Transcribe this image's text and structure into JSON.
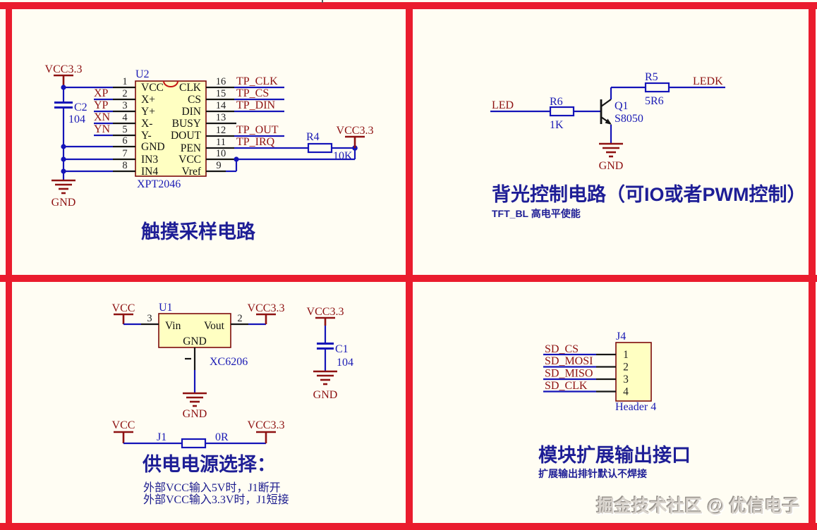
{
  "watermark": "掘金技术社区 @ 优信电子",
  "colors": {
    "background": "#FFFDF3",
    "grid_red": "#EA1C2D",
    "wire_blue": "#1414B8",
    "net_maroon": "#8E1212",
    "title_navy": "#1E1E96",
    "component_fill": "#FFFFC2",
    "component_border": "#7D0B0B"
  },
  "touch": {
    "title": "触摸采样电路",
    "vcc_bus": "VCC3.3",
    "gnd_bus": "GND",
    "c2_ref": "C2",
    "c2_val": "104",
    "u2_ref": "U2",
    "u2_part": "XPT2046",
    "r4_ref": "R4",
    "r4_val": "10K",
    "r4_vcc": "VCC3.3",
    "pins_left": [
      {
        "num": "1",
        "name": "VCC",
        "net": ""
      },
      {
        "num": "2",
        "name": "X+",
        "net": "XP"
      },
      {
        "num": "3",
        "name": "Y+",
        "net": "YP"
      },
      {
        "num": "4",
        "name": "X-",
        "net": "XN"
      },
      {
        "num": "5",
        "name": "Y-",
        "net": "YN"
      },
      {
        "num": "6",
        "name": "GND",
        "net": ""
      },
      {
        "num": "7",
        "name": "IN3",
        "net": ""
      },
      {
        "num": "8",
        "name": "IN4",
        "net": ""
      }
    ],
    "pins_right": [
      {
        "num": "16",
        "name": "CLK",
        "net": "TP_CLK"
      },
      {
        "num": "15",
        "name": "CS",
        "net": "TP_CS"
      },
      {
        "num": "14",
        "name": "DIN",
        "net": "TP_DIN"
      },
      {
        "num": "13",
        "name": "BUSY",
        "net": ""
      },
      {
        "num": "12",
        "name": "DOUT",
        "net": "TP_OUT"
      },
      {
        "num": "11",
        "name": "PEN",
        "net": "TP_IRQ"
      },
      {
        "num": "10",
        "name": "VCC",
        "net": ""
      },
      {
        "num": "9",
        "name": "Vref",
        "net": ""
      }
    ]
  },
  "backlight": {
    "title": "背光控制电路（可IO或者PWM控制）",
    "subtitle": "TFT_BL 高电平使能",
    "in_net": "LED",
    "out_net": "LEDK",
    "r6_ref": "R6",
    "r6_val": "1K",
    "r5_ref": "R5",
    "r5_val": "5R6",
    "q1_ref": "Q1",
    "q1_part": "S8050",
    "gnd": "GND"
  },
  "power_select": {
    "title": "供电电源选择：",
    "notes": [
      "外部VCC输入5V时，J1断开",
      "外部VCC输入3.3V时，J1短接"
    ],
    "u1_ref": "U1",
    "u1_part": "XC6206",
    "pin_vin": "Vin",
    "pin_vout": "Vout",
    "pin_gnd": "GND",
    "num_vin": "3",
    "num_vout": "2",
    "vcc_in": "VCC",
    "vcc_out": "VCC3.3",
    "u1_gnd_label": "GND",
    "c1_vcc": "VCC3.3",
    "c1_ref": "C1",
    "c1_val": "104",
    "c1_gnd": "GND",
    "j1_vcc": "VCC",
    "j1_ref": "J1",
    "j1_val": "0R",
    "j1_vcc33": "VCC3.3"
  },
  "expansion": {
    "title": "模块扩展输出接口",
    "subtitle": "扩展输出排针默认不焊接",
    "j4_ref": "J4",
    "j4_part": "Header 4",
    "pins": [
      {
        "num": "1",
        "net": "SD_CS"
      },
      {
        "num": "2",
        "net": "SD_MOSI"
      },
      {
        "num": "3",
        "net": "SD_MISO"
      },
      {
        "num": "4",
        "net": "SD_CLK"
      }
    ]
  }
}
